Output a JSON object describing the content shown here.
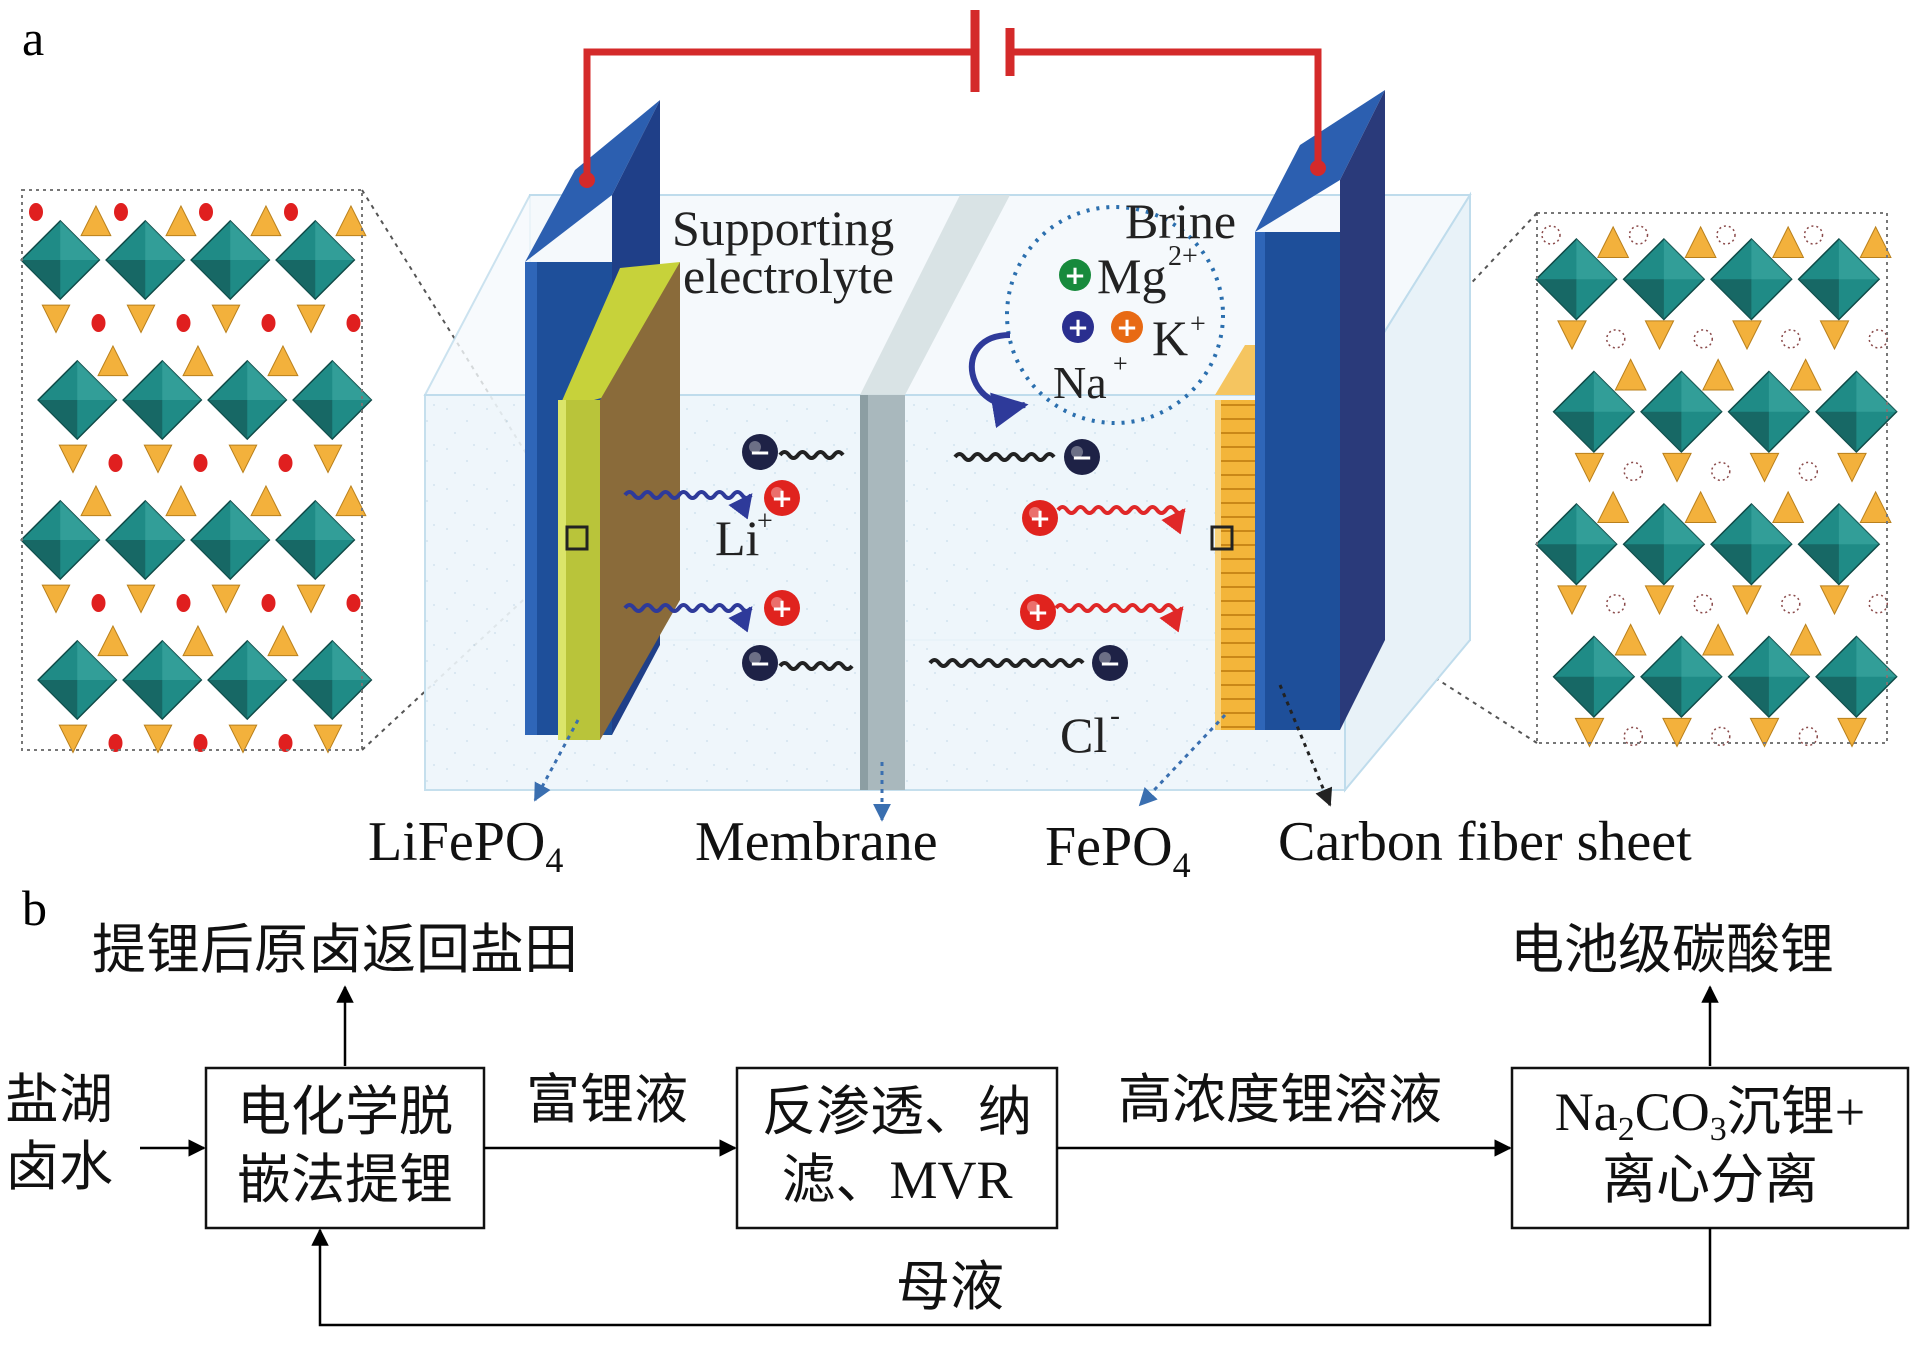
{
  "panel_a": {
    "letter": "a",
    "supporting_electrolyte_line1": "Supporting",
    "supporting_electrolyte_line2": "electrolyte",
    "brine": "Brine",
    "mg": "Mg",
    "mg_charge": "2+",
    "k": "K",
    "k_charge": "+",
    "na": "Na",
    "na_charge": "+",
    "li": "Li",
    "li_charge": "+",
    "cl": "Cl",
    "cl_charge": "-",
    "lifepo4_main": "LiFePO",
    "lifepo4_sub": "4",
    "membrane": "Membrane",
    "fepo4_main": "FePO",
    "fepo4_sub": "4",
    "carbon_fiber": "Carbon fiber sheet"
  },
  "panel_b": {
    "letter": "b",
    "source_line1": "盐湖",
    "source_line2": "卤水",
    "box1_line1": "电化学脱",
    "box1_line2": "嵌法提锂",
    "box1_output": "提锂后原卤返回盐田",
    "arrow1_label": "富锂液",
    "box2_line1": "反渗透、纳",
    "box2_line2": "滤、MVR",
    "arrow2_label": "高浓度锂溶液",
    "box3_line1_a": "Na",
    "box3_line1_sub1": "2",
    "box3_line1_b": "CO",
    "box3_line1_sub2": "3",
    "box3_line1_c": "沉锂+",
    "box3_line2": "离心分离",
    "box3_output": "电池级碳酸锂",
    "recycle_label": "母液"
  },
  "colors": {
    "wire": "#d42a2a",
    "electrode_blue": "#1e4f9a",
    "electrode_dark": "#2a3a7a",
    "lifepo4": "#8a6b3a",
    "lifepo4_edge": "#c7d23a",
    "fepo4": "#f0b030",
    "membrane": "#a9b8bd",
    "octahedron": "#1f8b86",
    "octahedron_dark": "#155f5c",
    "tetrahedron": "#f3b13c",
    "li_dot": "#e01f1f",
    "cation_red": "#e0231e",
    "anion_dark": "#1e2246",
    "mg_green": "#178a3c",
    "k_orange": "#e86a14",
    "na_blue": "#2a2f8f",
    "arrow_blue": "#2e3a9a",
    "wavy_red": "#e02828"
  }
}
